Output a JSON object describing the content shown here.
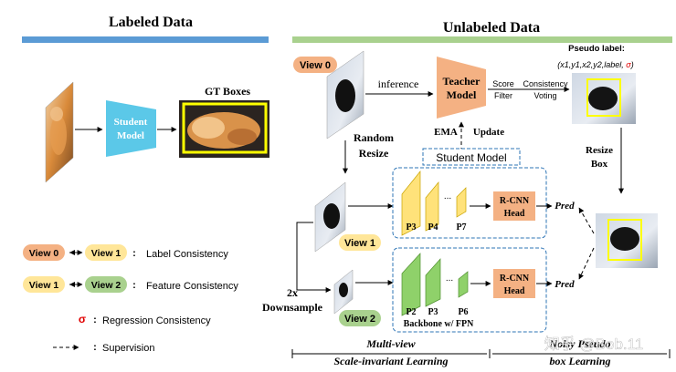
{
  "colors": {
    "labeled_bar": "#5b9bd5",
    "unlabeled_bar": "#a9d18e",
    "student": "#5bc8e8",
    "teacher": "#f4b183",
    "view0": "#f4b183",
    "view1": "#ffe699",
    "view2": "#a9d18e",
    "gt_box": "#ffff00",
    "p_yellow": "#ffe27a",
    "p_green": "#8fd16a",
    "rcnn": "#f4b183",
    "student_frame": "#2e75b6",
    "sigma": "#e00000"
  },
  "labeled": {
    "heading": "Labeled Data",
    "student_label_line1": "Student",
    "student_label_line2": "Model",
    "gt_boxes": "GT Boxes"
  },
  "unlabeled": {
    "heading": "Unlabeled Data",
    "view0": "View 0",
    "inference": "inference",
    "teacher_line1": "Teacher",
    "teacher_line2": "Model",
    "score_line1": "Score",
    "score_line2": "Filter",
    "consistency_line1": "Consistency",
    "consistency_line2": "Voting",
    "pseudo_label": "Pseudo label:",
    "pseudo_tuple_prefix": "(x1,y1,x2,y2,label, ",
    "pseudo_sigma": "σ",
    "pseudo_tuple_suffix": ")",
    "ema": "EMA",
    "update": "Update",
    "random_line1": "Random",
    "random_line2": "Resize",
    "student_model": "Student Model",
    "resize_line1": "Resize",
    "resize_line2": "Box",
    "view1": "View 1",
    "view2": "View 2",
    "p3": "P3",
    "p4": "P4",
    "p7": "P7",
    "p2": "P2",
    "p3b": "P3",
    "p6": "P6",
    "dots": "...",
    "rcnn_line1": "R-CNN",
    "rcnn_line2": "Head",
    "pred": "Pred",
    "backbone": "Backbone w/ FPN",
    "downsample_line1": "2x",
    "downsample_line2": "Downsample"
  },
  "legend": {
    "view0": "View 0",
    "view1": "View 1",
    "view1b": "View 1",
    "view2": "View 2",
    "label_consistency": "Label Consistency",
    "feature_consistency": "Feature Consistency",
    "sigma": "σ",
    "regression_consistency": "Regression Consistency",
    "supervision": "Supervision",
    "colon": ":"
  },
  "bottom": {
    "multiview_line1": "Multi-view",
    "multiview_line2": "Scale-invariant Learning",
    "noisy_line1": "Noisy Pseudo",
    "noisy_line2": "box Learning",
    "watermark": "知乎 @Bob.11"
  }
}
